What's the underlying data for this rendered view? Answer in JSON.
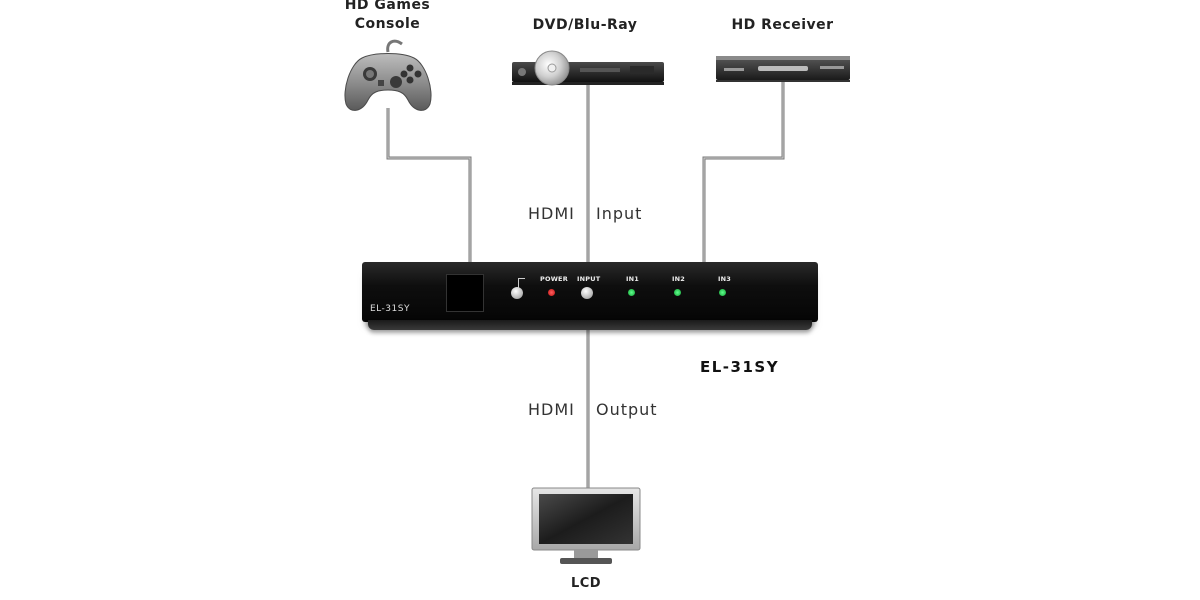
{
  "sources": {
    "games_console": "HD Games\nConsole",
    "dvd_bluray": "DVD/Blu-Ray",
    "hd_receiver": "HD Receiver"
  },
  "hdmi_input": {
    "left": "HDMI",
    "right": "Input"
  },
  "hdmi_output": {
    "left": "HDMI",
    "right": "Output"
  },
  "device": {
    "model": "EL-31SY",
    "front_model": "EL-31SY",
    "power_label": "POWER",
    "input_label": "INPUT",
    "in1_label": "IN1",
    "in2_label": "IN2",
    "in3_label": "IN3"
  },
  "display": {
    "label": "LCD"
  },
  "colors": {
    "wire": "#888888",
    "led_power": "#e02020",
    "led_input": "#18c040"
  },
  "icons": {
    "console": "gamepad-icon",
    "dvd": "dvd-player-icon",
    "receiver": "receiver-icon",
    "lcd": "lcd-monitor-icon"
  }
}
